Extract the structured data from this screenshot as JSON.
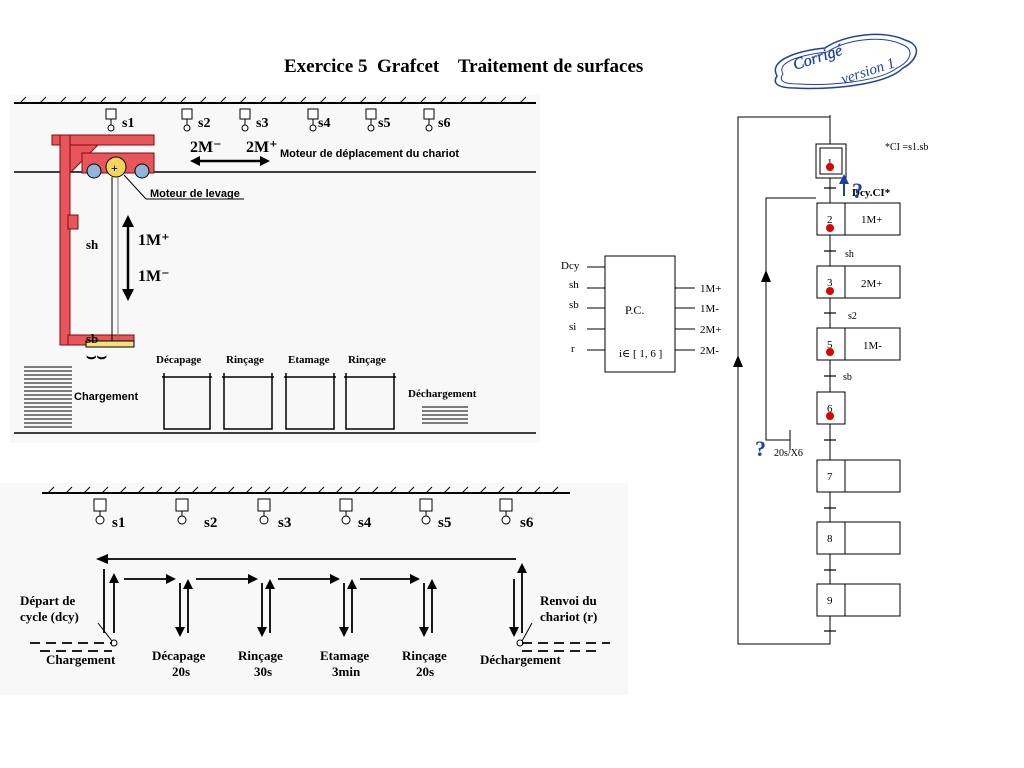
{
  "title": "Exercice 5  Grafcet    Traitement de surfaces",
  "stamp": {
    "line1": "Corrigé",
    "line2": "version 1"
  },
  "top_scheme": {
    "sensors": [
      "s1",
      "s2",
      "s3",
      "s4",
      "s5",
      "s6"
    ],
    "travel_labels": {
      "left": "2M⁻",
      "right": "2M⁺"
    },
    "travel_motor": "Moteur de déplacement du chariot",
    "lift_motor": "Moteur de levage",
    "lift_labels": {
      "up": "1M⁺",
      "down": "1M⁻"
    },
    "sensor_high": "sh",
    "sensor_low": "sb",
    "baths": [
      "Décapage",
      "Rinçage",
      "Etamage",
      "Rinçage"
    ],
    "loading": "Chargement",
    "unloading": "Déchargement"
  },
  "bottom_scheme": {
    "sensors": [
      "s1",
      "s2",
      "s3",
      "s4",
      "s5",
      "s6"
    ],
    "start": [
      "Départ de",
      "cycle (dcy)"
    ],
    "return": [
      "Renvoi du",
      "chariot (r)"
    ],
    "stations": [
      {
        "name": "Chargement",
        "time": ""
      },
      {
        "name": "Décapage",
        "time": "20s"
      },
      {
        "name": "Rinçage",
        "time": "30s"
      },
      {
        "name": "Etamage",
        "time": "3min"
      },
      {
        "name": "Rinçage",
        "time": "20s"
      },
      {
        "name": "Déchargement",
        "time": ""
      }
    ]
  },
  "pc": {
    "label": "P.C.",
    "range": "i∈ [ 1, 6 ]",
    "inputs": [
      "Dcy",
      "sh",
      "sb",
      "si",
      "r"
    ],
    "outputs": [
      "1M+",
      "1M-",
      "2M+",
      "2M-"
    ]
  },
  "grafcet": {
    "ci_note": "*CI =s1.sb",
    "question_mark": "?",
    "steps": [
      {
        "num": "1",
        "action": ""
      },
      {
        "num": "2",
        "action": "1M+"
      },
      {
        "num": "3",
        "action": "2M+"
      },
      {
        "num": "5",
        "action": "1M-"
      },
      {
        "num": "6",
        "action": ""
      },
      {
        "num": "7",
        "action": ""
      },
      {
        "num": "8",
        "action": ""
      },
      {
        "num": "9",
        "action": ""
      }
    ],
    "transitions": [
      "Dcy.CI*",
      "sh",
      "s2",
      "sb",
      "20s/X6"
    ],
    "active_marker_color": "#e00000",
    "question_color": "#1f3fa8"
  }
}
